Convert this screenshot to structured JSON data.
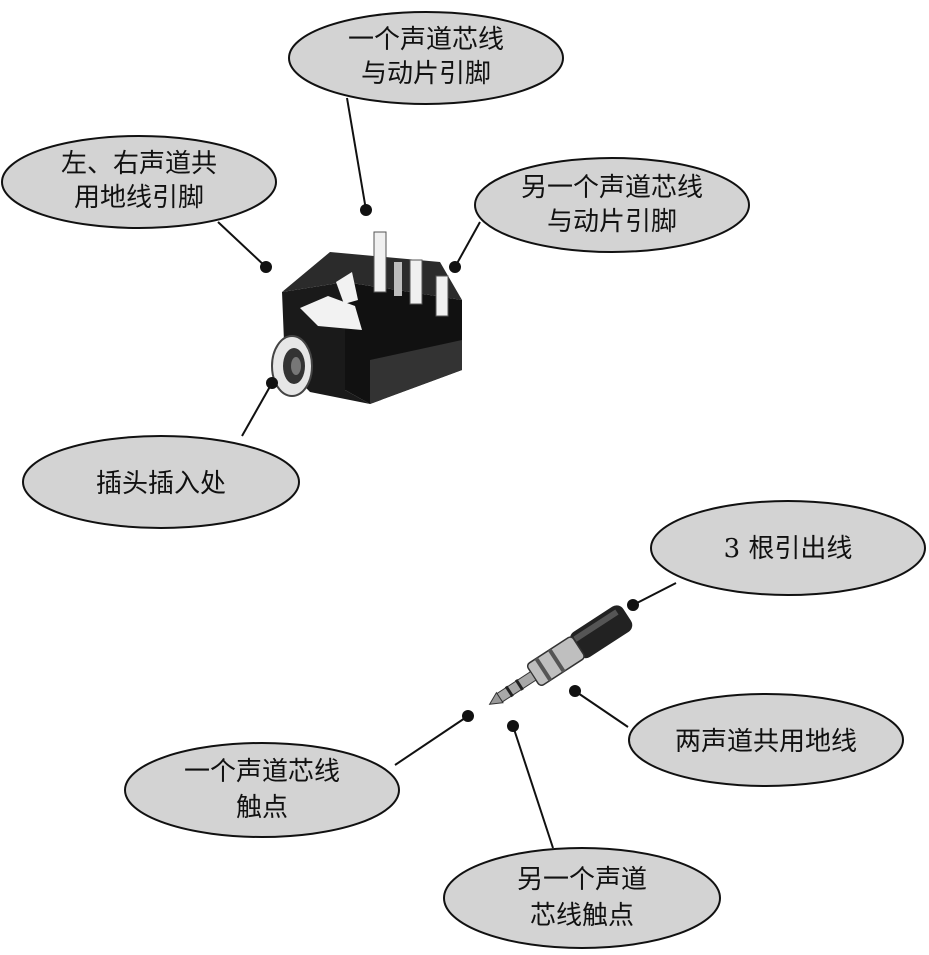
{
  "labels": {
    "jack_core1": [
      "一个声道芯线",
      "与动片引脚"
    ],
    "jack_ground": [
      "左、右声道共",
      "用地线引脚"
    ],
    "jack_core2": [
      "另一个声道芯线",
      "与动片引脚"
    ],
    "jack_insert": [
      "插头插入处"
    ],
    "plug_wires": [
      "3 根引出线"
    ],
    "plug_ground": [
      "两声道共用地线"
    ],
    "plug_core1": [
      "一个声道芯线",
      "触点"
    ],
    "plug_core2": [
      "另一个声道",
      "芯线触点"
    ]
  }
}
